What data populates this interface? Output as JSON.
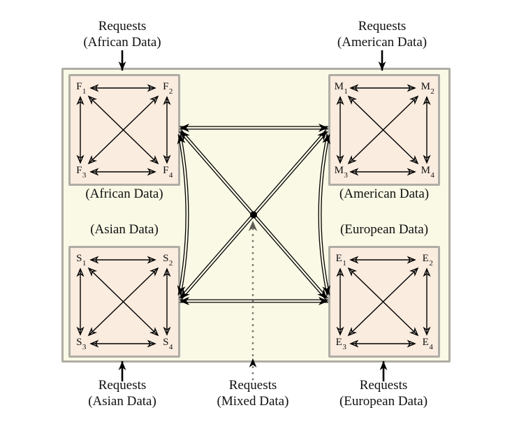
{
  "palette": {
    "page_background": "#FFFFFF",
    "outer_box_fill": "#FAF9E6",
    "cluster_fill": "#FAECDF",
    "box_border": "#AEADA5",
    "arrow_black": "#000000",
    "mixed_arrow_dotted": "#77766C",
    "mixed_arrow_head": "#5C5B52"
  },
  "external_requests": {
    "top": [
      {
        "line1": "Requests",
        "line2": "(African Data)"
      },
      {
        "line1": "Requests",
        "line2": "(American Data)"
      }
    ],
    "bottom": [
      {
        "line1": "Requests",
        "line2": "(Asian Data)"
      },
      {
        "line1": "Requests",
        "line2": "(Mixed Data)"
      },
      {
        "line1": "Requests",
        "line2": "(European Data)"
      }
    ]
  },
  "clusters": [
    {
      "name": "african",
      "caption": "(African Data)",
      "caption_position": "below-box",
      "nodes": [
        {
          "letter": "F",
          "sub": "1"
        },
        {
          "letter": "F",
          "sub": "2"
        },
        {
          "letter": "F",
          "sub": "3"
        },
        {
          "letter": "F",
          "sub": "4"
        }
      ]
    },
    {
      "name": "american",
      "caption": "(American Data)",
      "caption_position": "below-box",
      "nodes": [
        {
          "letter": "M",
          "sub": "1"
        },
        {
          "letter": "M",
          "sub": "2"
        },
        {
          "letter": "M",
          "sub": "3"
        },
        {
          "letter": "M",
          "sub": "4"
        }
      ]
    },
    {
      "name": "asian",
      "caption": "(Asian Data)",
      "caption_position": "above-box",
      "nodes": [
        {
          "letter": "S",
          "sub": "1"
        },
        {
          "letter": "S",
          "sub": "2"
        },
        {
          "letter": "S",
          "sub": "3"
        },
        {
          "letter": "S",
          "sub": "4"
        }
      ]
    },
    {
      "name": "european",
      "caption": "(European Data)",
      "caption_position": "above-box",
      "nodes": [
        {
          "letter": "E",
          "sub": "1"
        },
        {
          "letter": "E",
          "sub": "2"
        },
        {
          "letter": "E",
          "sub": "3"
        },
        {
          "letter": "E",
          "sub": "4"
        }
      ]
    }
  ]
}
